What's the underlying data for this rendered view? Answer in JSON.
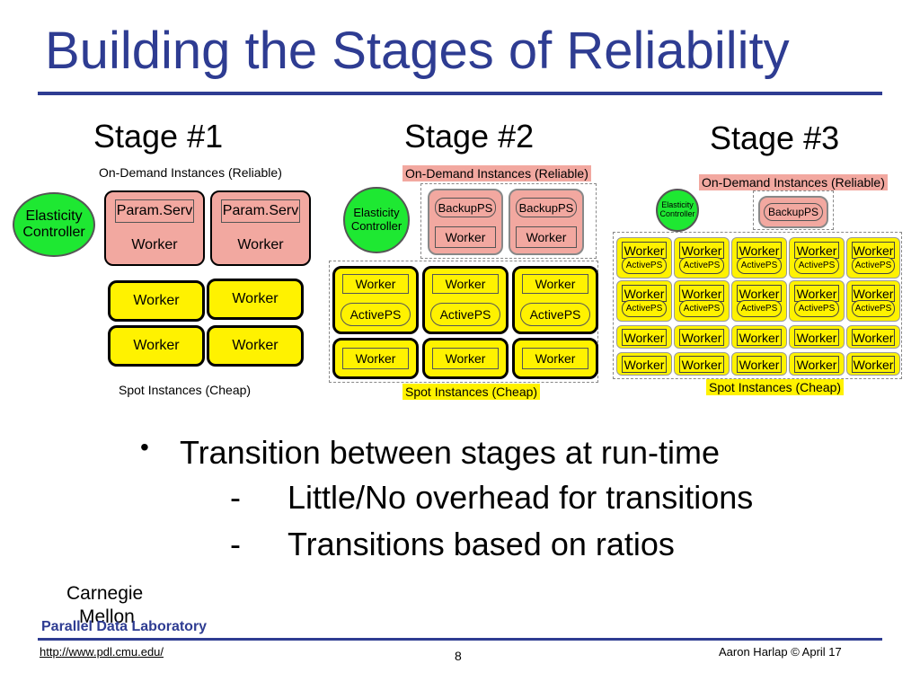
{
  "title": "Building the Stages of Reliability",
  "stages": {
    "s1": "Stage #1",
    "s2": "Stage #2",
    "s3": "Stage #3"
  },
  "stage1": {
    "ondemand_label": "On-Demand Instances (Reliable)",
    "elasticity": "Elasticity Controller",
    "param": "Param.Serv",
    "worker": "Worker",
    "spot_label": "Spot Instances (Cheap)"
  },
  "stage2": {
    "ondemand_label": "On-Demand Instances (Reliable)",
    "elasticity": "Elasticity Controller",
    "backup": "BackupPS",
    "worker": "Worker",
    "activeps": "ActivePS",
    "spot_label": "Spot Instances (Cheap)"
  },
  "stage3": {
    "ondemand_label": "On-Demand Instances (Reliable)",
    "elasticity": "Elasticity Controller",
    "backup": "BackupPS",
    "worker": "Worker",
    "activeps": "ActivePS",
    "spot_label": "Spot Instances (Cheap)"
  },
  "bullets": {
    "main": "Transition between stages at run-time",
    "sub": [
      "Little/No overhead for transitions",
      "Transitions based on ratios"
    ]
  },
  "footer": {
    "cmu_line1": "Carnegie",
    "cmu_line2": "Mellon",
    "pdl": "Parallel Data Laboratory",
    "url": "http://www.pdl.cmu.edu/",
    "page": "8",
    "author": "Aaron Harlap © April 17"
  },
  "colors": {
    "title": "#2e3c92",
    "ondemand": "#f2a8a0",
    "spot": "#fff200",
    "controller": "#1ee832"
  }
}
